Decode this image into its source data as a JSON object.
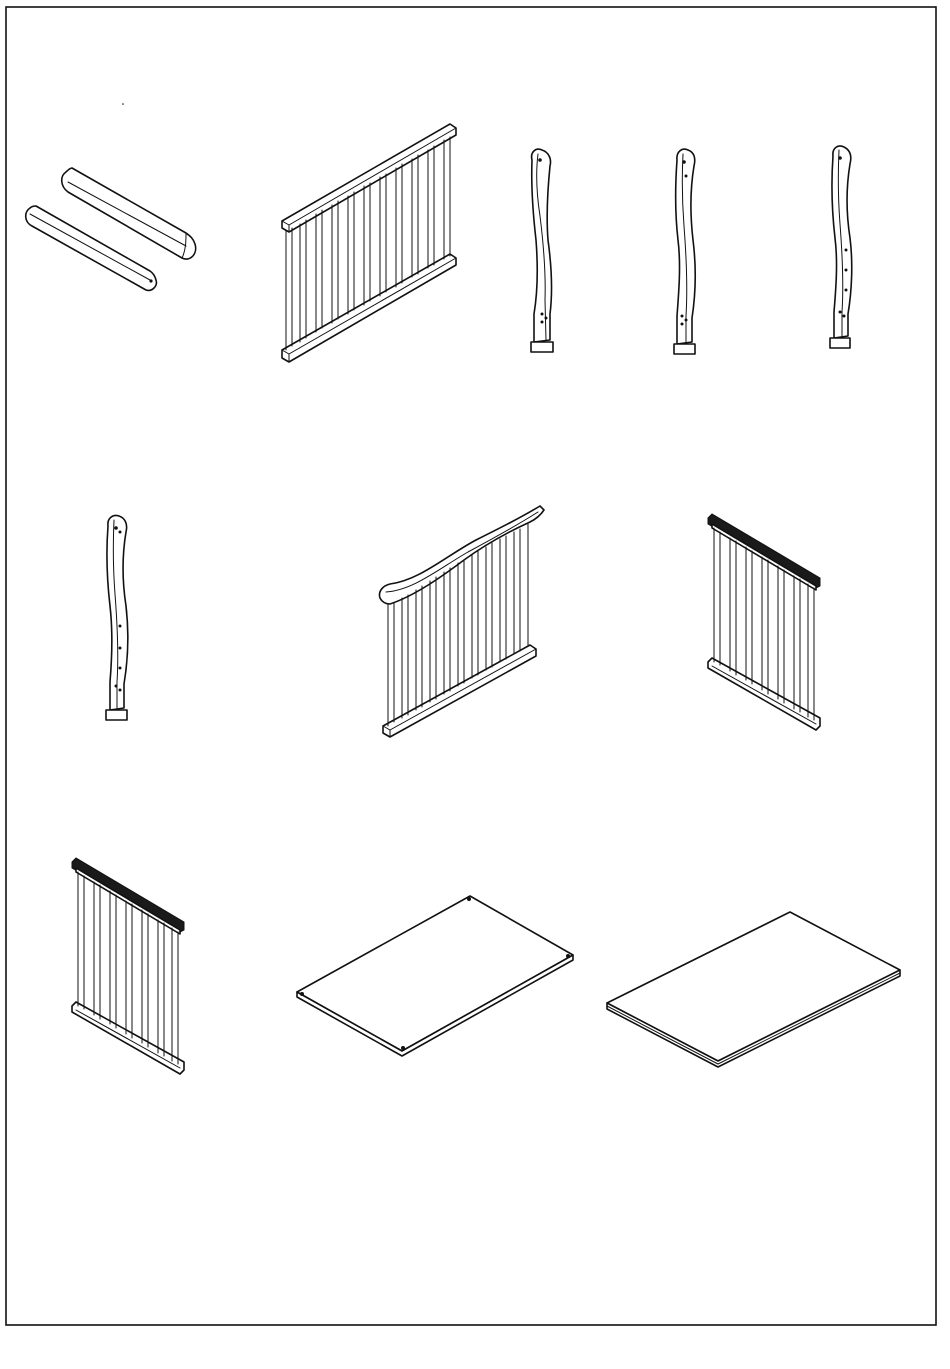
{
  "diagram": {
    "parts": [
      {
        "name": "stabilizer-bars"
      },
      {
        "name": "front-rail-panel"
      },
      {
        "name": "post-left-front"
      },
      {
        "name": "post-right-front"
      },
      {
        "name": "post-right-back"
      },
      {
        "name": "post-left-back"
      },
      {
        "name": "headboard-panel"
      },
      {
        "name": "side-panel-right"
      },
      {
        "name": "side-panel-left"
      },
      {
        "name": "mattress-support-board"
      },
      {
        "name": "base-board"
      }
    ],
    "line_color": "#111111",
    "background_color": "#ffffff"
  }
}
